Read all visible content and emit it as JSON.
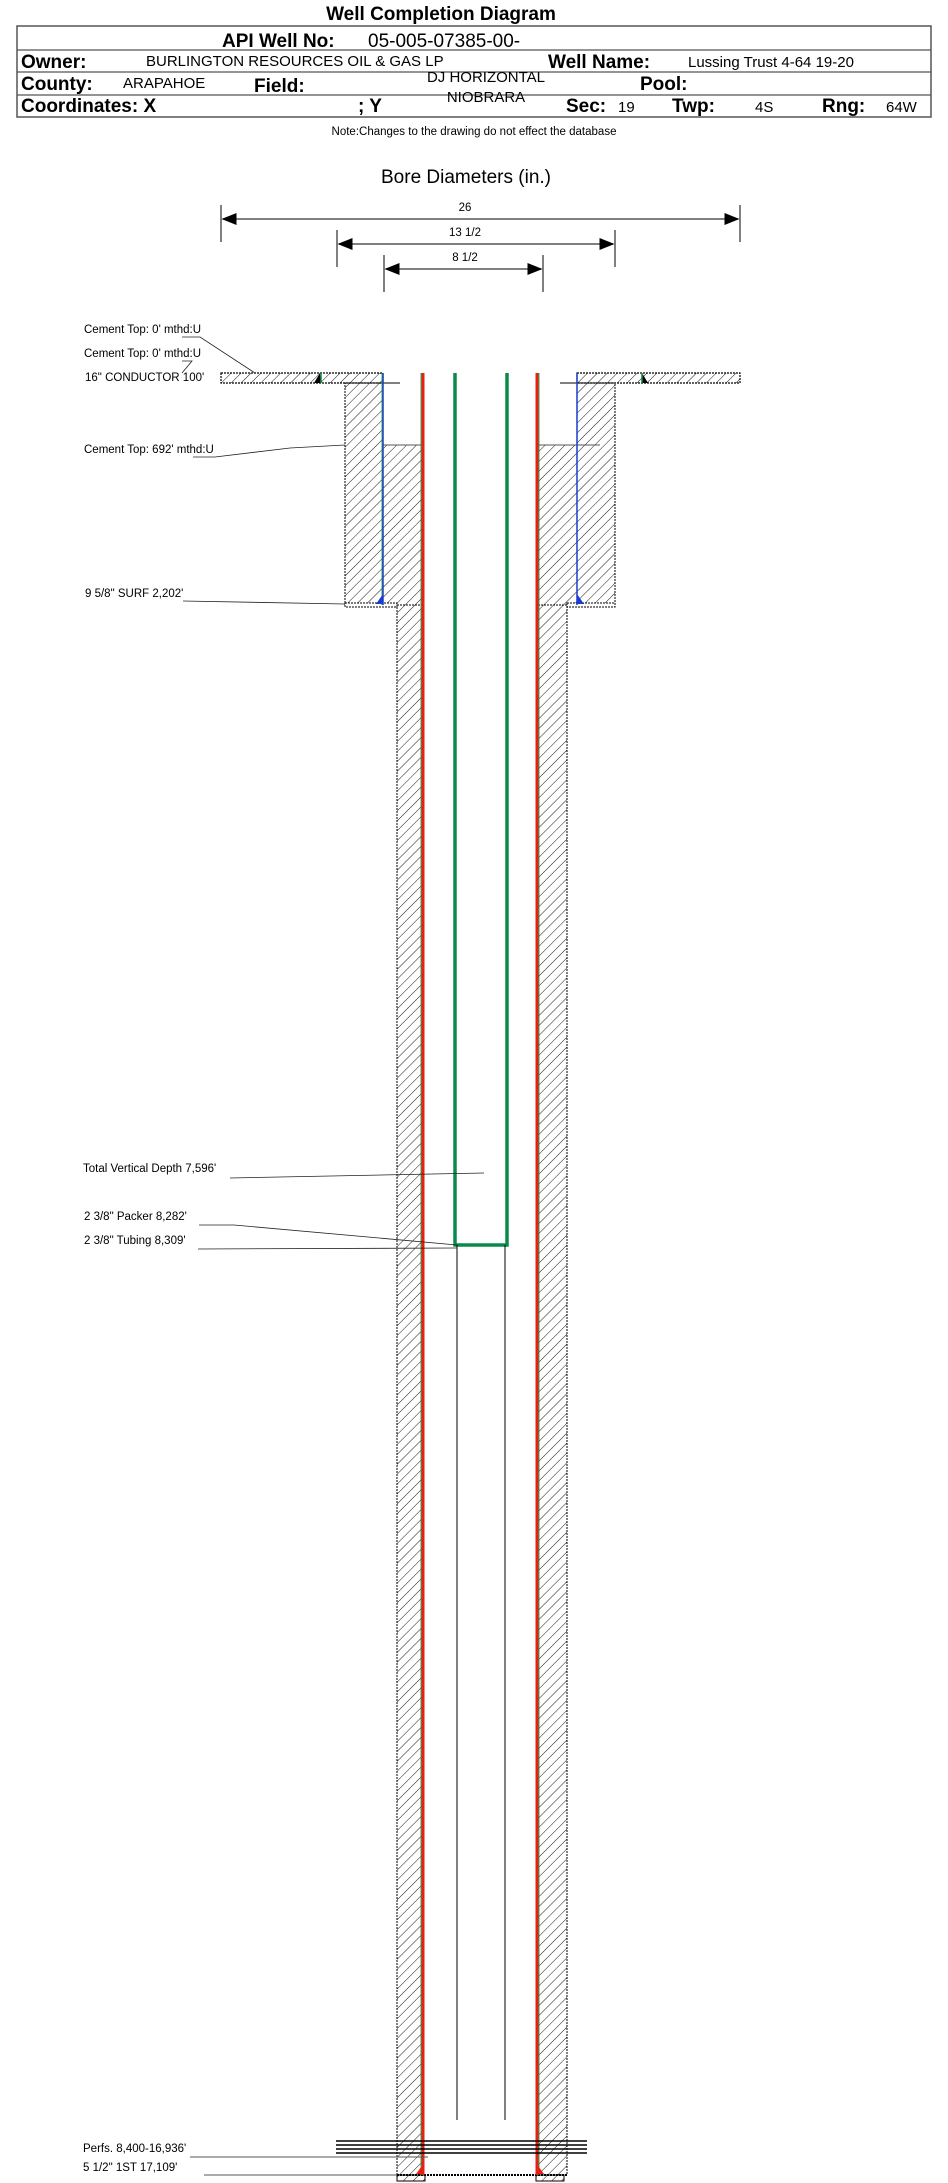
{
  "title": "Well Completion Diagram",
  "header": {
    "api_label": "API Well No:",
    "api_value": "05-005-07385-00-",
    "owner_label": "Owner:",
    "owner_value": "BURLINGTON RESOURCES OIL & GAS LP",
    "well_name_label": "Well Name:",
    "well_name_value": "Lussing Trust 4-64 19-20",
    "county_label": "County:",
    "county_value": "ARAPAHOE",
    "field_label": "Field:",
    "field_value_1": "DJ HORIZONTAL",
    "field_value_2": "NIOBRARA",
    "pool_label": "Pool:",
    "coord_x_label": "Coordinates: X",
    "coord_y_label": "; Y",
    "sec_label": "Sec:",
    "sec_value": "19",
    "twp_label": "Twp:",
    "twp_value": "4S",
    "rng_label": "Rng:",
    "rng_value": "64W"
  },
  "note": "Note:Changes to the drawing do not effect the database",
  "bore": {
    "title": "Bore Diameters (in.)",
    "diameters": [
      "26",
      "13 1/2",
      "8 1/2"
    ]
  },
  "labels": {
    "cement_top_1": "Cement Top: 0' mthd:U",
    "cement_top_2": "Cement Top: 0' mthd:U",
    "conductor": "16\" CONDUCTOR  100'",
    "cement_top_3": "Cement Top: 692' mthd:U",
    "surface_casing": "9 5/8\" SURF       2,202'",
    "tvd": "Total Vertical Depth 7,596'",
    "packer": "2 3/8\" Packer 8,282'",
    "tubing": "2 3/8\" Tubing 8,309'",
    "perfs": "Perfs. 8,400-16,936'",
    "production_casing": "5 1/2\" 1ST       17,109'"
  },
  "colors": {
    "production_casing": "#e8200f",
    "casing_outline": "#0a8a3c",
    "tubing": "#0a8a4a",
    "surface_casing": "#1a3cd0"
  }
}
